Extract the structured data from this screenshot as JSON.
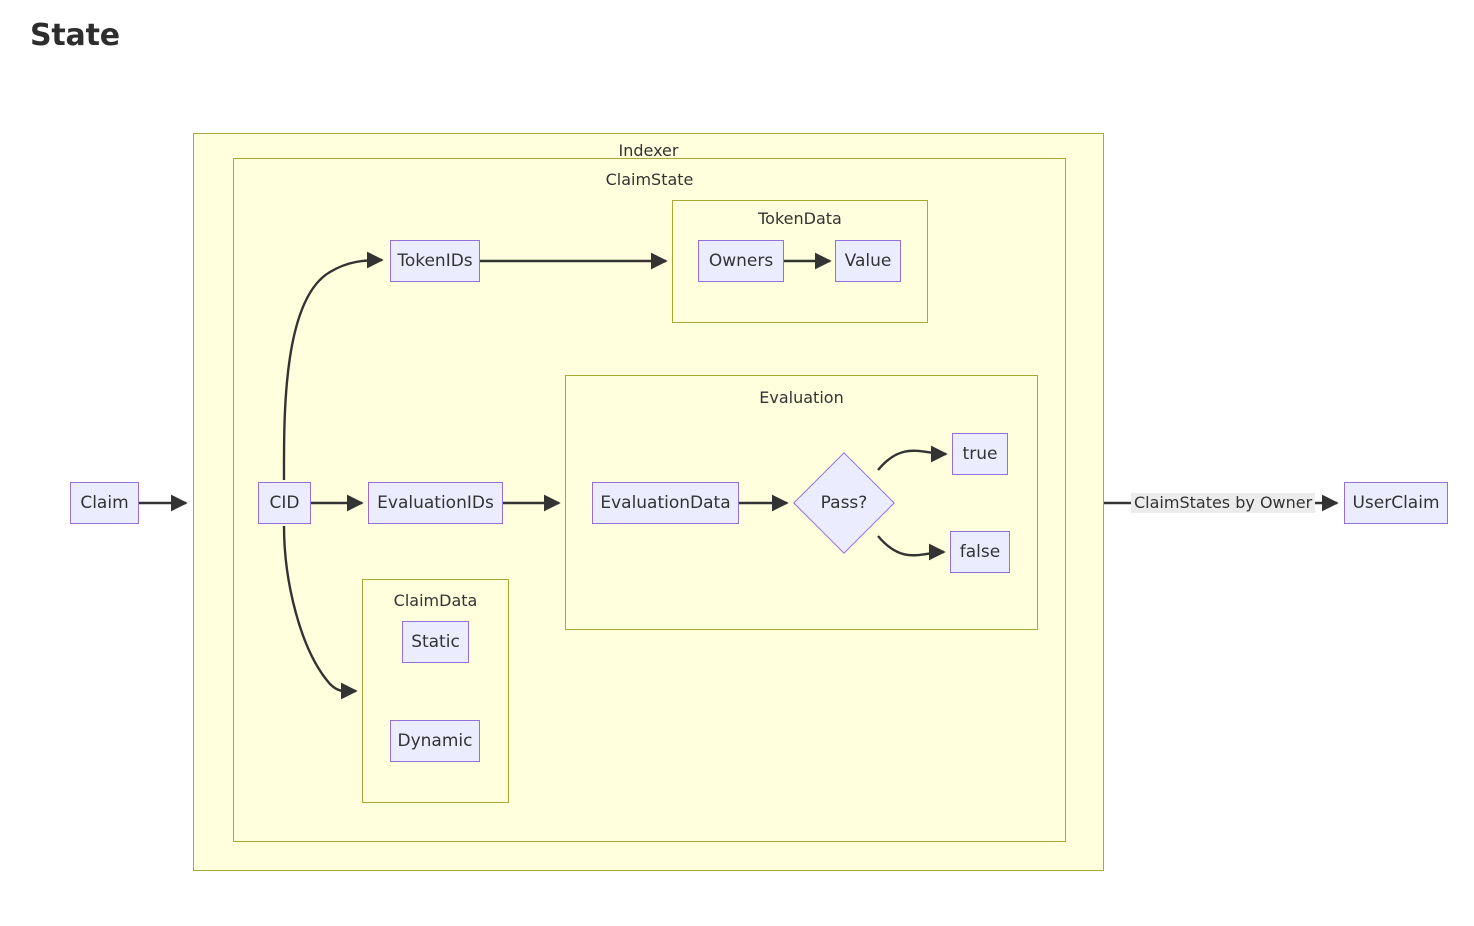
{
  "page": {
    "title": "State",
    "background": "#ffffff"
  },
  "theme": {
    "node_fill": "#ececff",
    "node_stroke": "#9370db",
    "cluster_fill": "#ffffde",
    "cluster_stroke": "#aaaa33",
    "edge_stroke": "#333333",
    "edge_label_bg": "#ececec",
    "text_color": "#333333",
    "title_color": "#2d2d2d"
  },
  "diagram": {
    "type": "flowchart",
    "direction": "LR",
    "clusters": [
      {
        "id": "indexer",
        "label": "Indexer",
        "label_pos": "top-border-centered"
      },
      {
        "id": "claimstate",
        "label": "ClaimState",
        "label_pos": "top-centered"
      },
      {
        "id": "tokendata",
        "label": "TokenData",
        "label_pos": "top-centered"
      },
      {
        "id": "evaluation",
        "label": "Evaluation",
        "label_pos": "top-centered"
      },
      {
        "id": "claimdata",
        "label": "ClaimData",
        "label_pos": "top-centered"
      }
    ],
    "nodes": [
      {
        "id": "claim",
        "label": "Claim",
        "shape": "rect",
        "parent": null
      },
      {
        "id": "cid",
        "label": "CID",
        "shape": "rect",
        "parent": "claimstate"
      },
      {
        "id": "tokenids",
        "label": "TokenIDs",
        "shape": "rect",
        "parent": "claimstate"
      },
      {
        "id": "owners",
        "label": "Owners",
        "shape": "rect",
        "parent": "tokendata"
      },
      {
        "id": "value",
        "label": "Value",
        "shape": "rect",
        "parent": "tokendata"
      },
      {
        "id": "evaluationids",
        "label": "EvaluationIDs",
        "shape": "rect",
        "parent": "claimstate"
      },
      {
        "id": "evaluationdata",
        "label": "EvaluationData",
        "shape": "rect",
        "parent": "evaluation"
      },
      {
        "id": "pass",
        "label": "Pass?",
        "shape": "diamond",
        "parent": "evaluation"
      },
      {
        "id": "true",
        "label": "true",
        "shape": "rect",
        "parent": "evaluation"
      },
      {
        "id": "false",
        "label": "false",
        "shape": "rect",
        "parent": "evaluation"
      },
      {
        "id": "static",
        "label": "Static",
        "shape": "rect",
        "parent": "claimdata"
      },
      {
        "id": "dynamic",
        "label": "Dynamic",
        "shape": "rect",
        "parent": "claimdata"
      },
      {
        "id": "userclaim",
        "label": "UserClaim",
        "shape": "rect",
        "parent": null
      }
    ],
    "edges": [
      {
        "from": "claim",
        "to": "indexer",
        "label": ""
      },
      {
        "from": "cid",
        "to": "tokenids",
        "label": ""
      },
      {
        "from": "tokenids",
        "to": "tokendata",
        "label": ""
      },
      {
        "from": "owners",
        "to": "value",
        "label": ""
      },
      {
        "from": "cid",
        "to": "evaluationids",
        "label": ""
      },
      {
        "from": "evaluationids",
        "to": "evaluationdata",
        "label": ""
      },
      {
        "from": "evaluationdata",
        "to": "pass",
        "label": ""
      },
      {
        "from": "pass",
        "to": "true",
        "label": ""
      },
      {
        "from": "pass",
        "to": "false",
        "label": ""
      },
      {
        "from": "cid",
        "to": "claimdata",
        "label": ""
      },
      {
        "from": "indexer",
        "to": "userclaim",
        "label": "ClaimStates by Owner"
      }
    ],
    "edge_labels": [
      {
        "id": "claimstates-by-owner",
        "text": "ClaimStates by Owner"
      }
    ]
  }
}
